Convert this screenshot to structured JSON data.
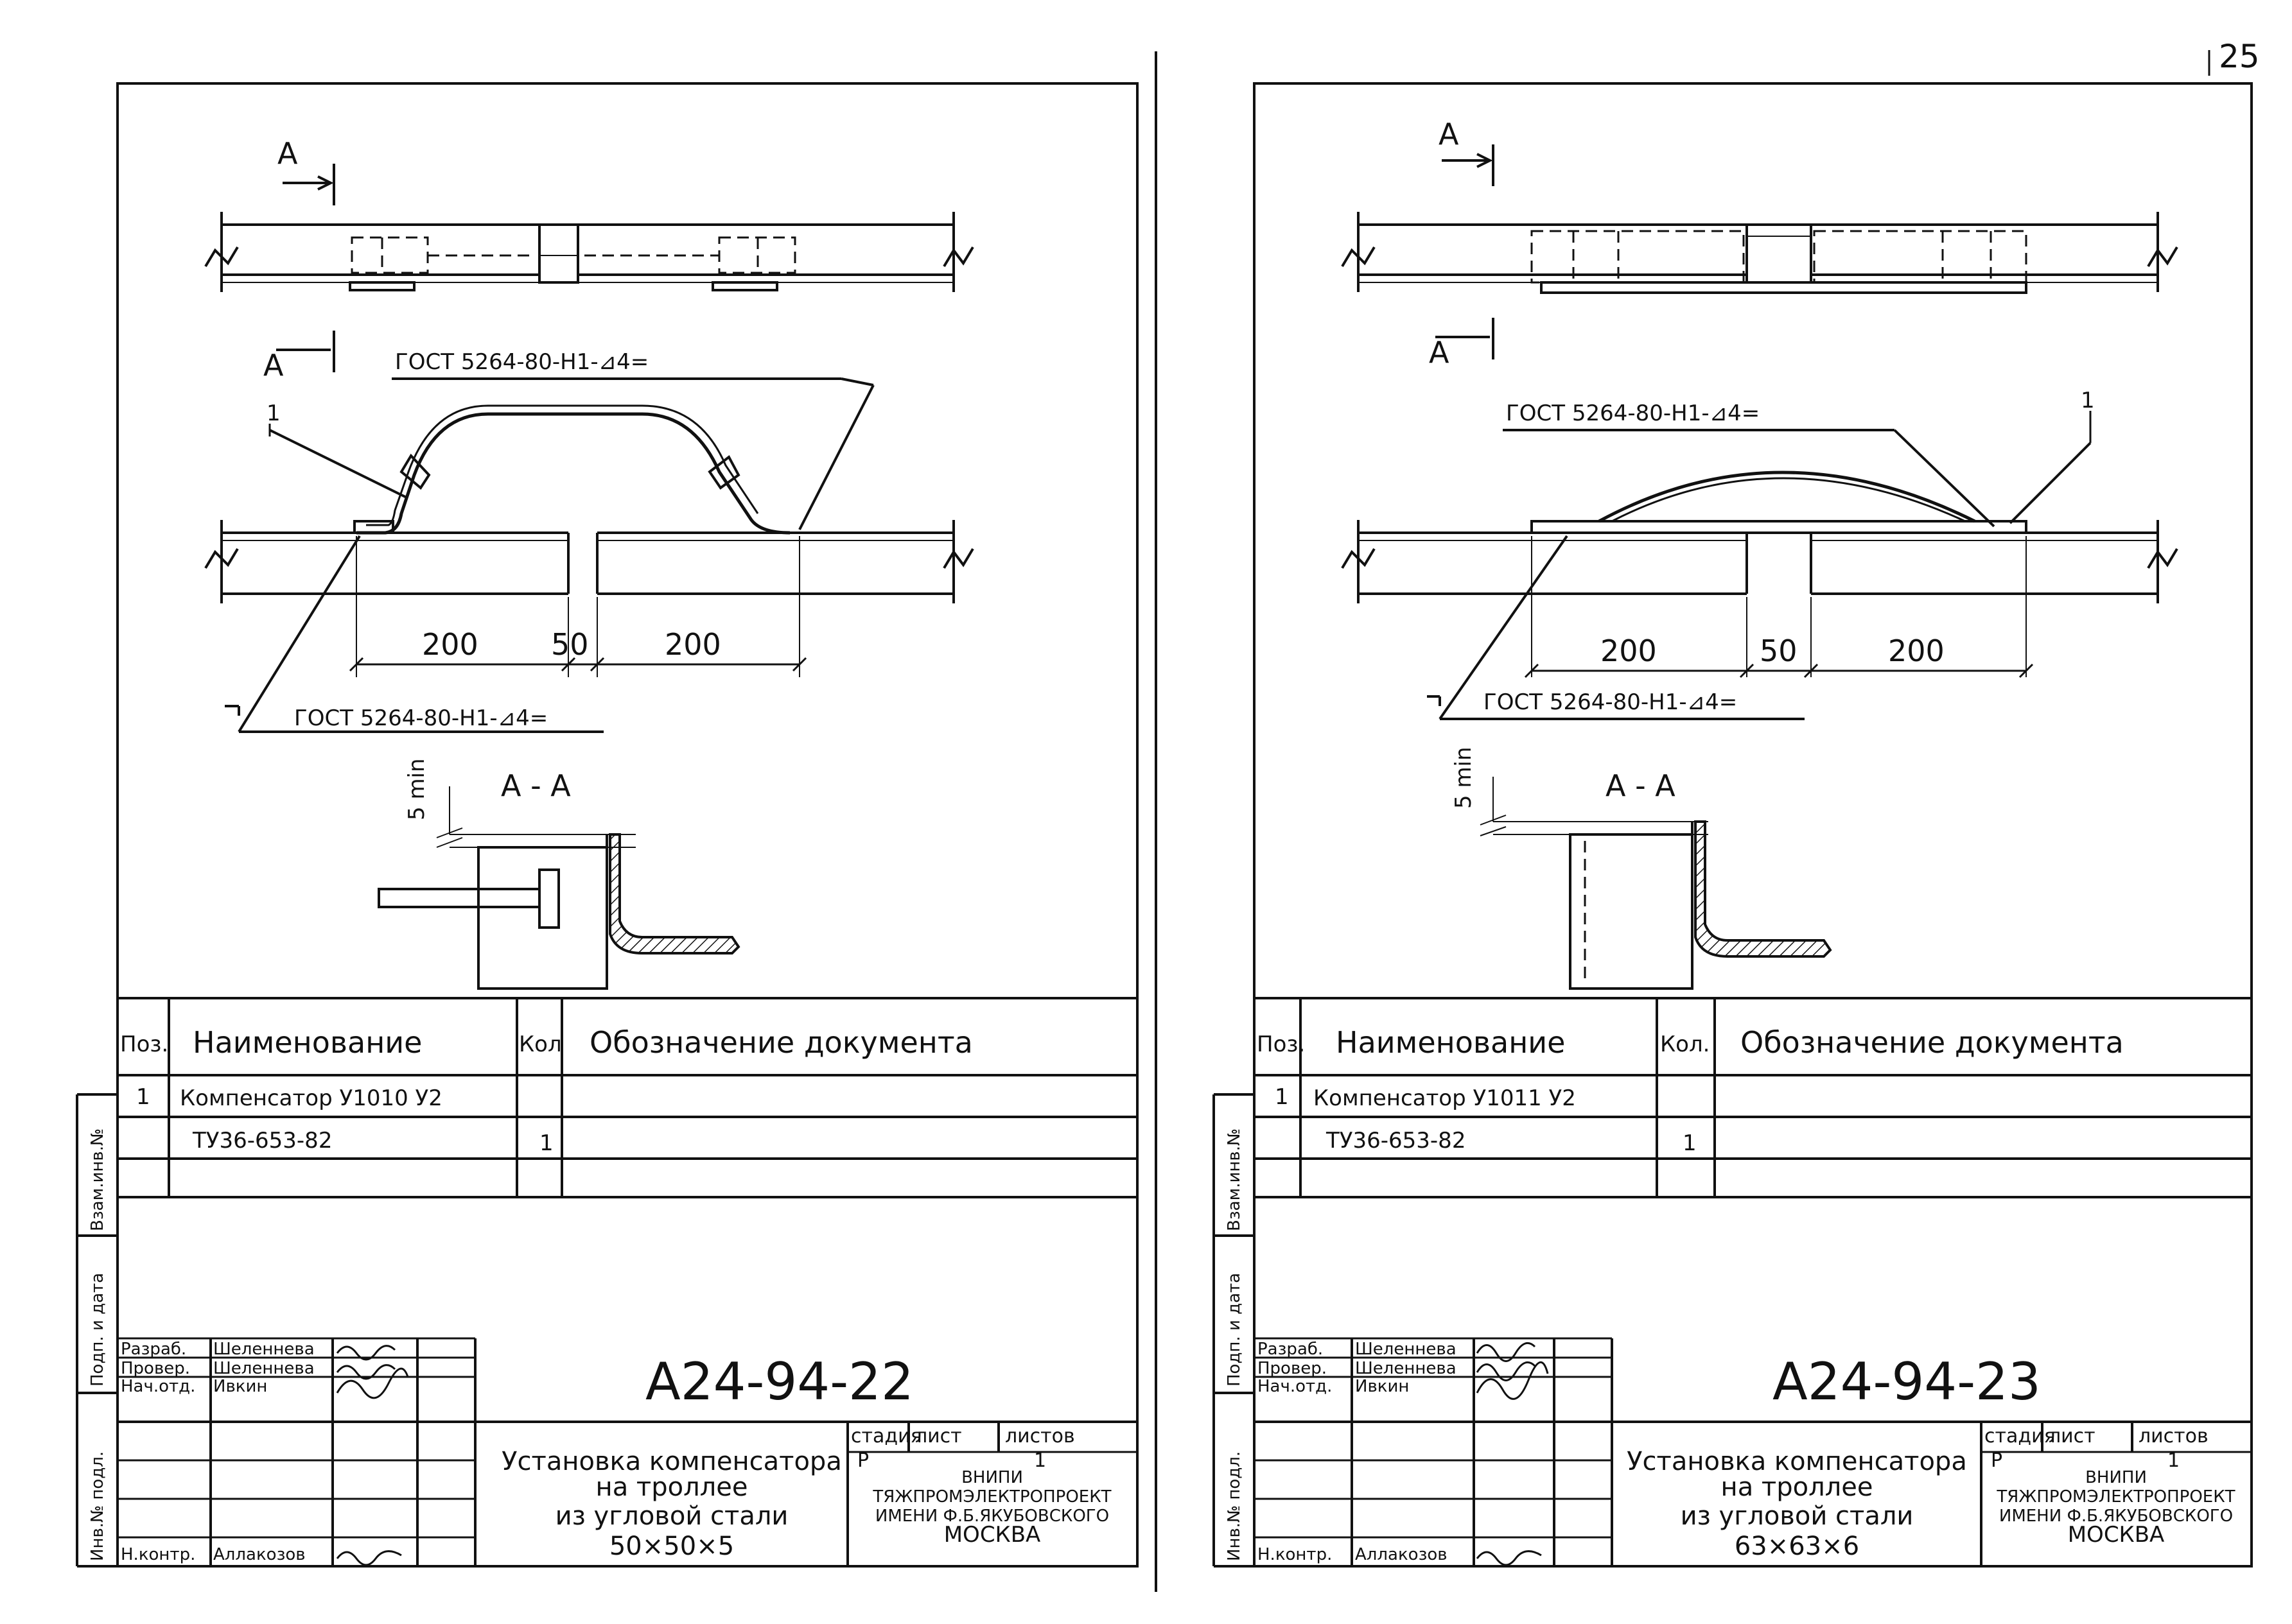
{
  "page_number": "25",
  "sheets": [
    {
      "section_label": "А",
      "section_title": "А - А",
      "weld_note_top": "ГОСТ 5264-80-Н1-⊿4=",
      "weld_note_bottom": "ГОСТ 5264-80-Н1-⊿4=",
      "min_gap": "5 min",
      "leader_pos": "1",
      "dim_left": "200",
      "dim_gap": "50",
      "dim_right": "200",
      "table_headers": {
        "pos": "Поз.",
        "name": "Наименование",
        "qty": "Кол",
        "doc": "Обозначение документа"
      },
      "table_row": {
        "pos": "1",
        "name_line1": "Компенсатор У1010 У2",
        "name_line2": "ТУ36-653-82",
        "qty": "1",
        "doc": ""
      },
      "side_labels": [
        "Взам.инв.№",
        "Подп. и дата",
        "Инв.№ подл."
      ],
      "staff": [
        {
          "role": "Разраб.",
          "name": "Шеленнева"
        },
        {
          "role": "Провер.",
          "name": "Шеленнева"
        },
        {
          "role": "Нач.отд.",
          "name": "Ивкин"
        },
        {
          "role": "Н.контр.",
          "name": "Аллакозов"
        }
      ],
      "doc_code": "А24-94-22",
      "title_lines": [
        "Установка компенсатора",
        "на троллее",
        "из угловой стали",
        "50×50×5"
      ],
      "stage_headers": {
        "stage": "стадия",
        "sheet": "лист",
        "sheets": "листов"
      },
      "stage_values": {
        "stage": "Р",
        "sheet": "",
        "sheets": "1"
      },
      "org_lines": [
        "ВНИПИ",
        "ТЯЖПРОМЭЛЕКТРОПРОЕКТ",
        "ИМЕНИ Ф.Б.ЯКУБОВСКОГО",
        "МОСКВА"
      ]
    },
    {
      "section_label": "А",
      "section_title": "А - А",
      "weld_note_top": "ГОСТ 5264-80-Н1-⊿4=",
      "weld_note_bottom": "ГОСТ 5264-80-Н1-⊿4=",
      "min_gap": "5 min",
      "leader_pos": "1",
      "dim_left": "200",
      "dim_gap": "50",
      "dim_right": "200",
      "table_headers": {
        "pos": "Поз.",
        "name": "Наименование",
        "qty": "Кол.",
        "doc": "Обозначение документа"
      },
      "table_row": {
        "pos": "1",
        "name_line1": "Компенсатор У1011 У2",
        "name_line2": "ТУ36-653-82",
        "qty": "1",
        "doc": ""
      },
      "side_labels": [
        "Взам.инв.№",
        "Подп. и дата",
        "Инв.№ подл."
      ],
      "staff": [
        {
          "role": "Разраб.",
          "name": "Шеленнева"
        },
        {
          "role": "Провер.",
          "name": "Шеленнева"
        },
        {
          "role": "Нач.отд.",
          "name": "Ивкин"
        },
        {
          "role": "Н.контр.",
          "name": "Аллакозов"
        }
      ],
      "doc_code": "А24-94-23",
      "title_lines": [
        "Установка компенсатора",
        "на троллее",
        "из угловой стали",
        "63×63×6"
      ],
      "stage_headers": {
        "stage": "стадия",
        "sheet": "лист",
        "sheets": "листов"
      },
      "stage_values": {
        "stage": "Р",
        "sheet": "",
        "sheets": "1"
      },
      "org_lines": [
        "ВНИПИ",
        "ТЯЖПРОМЭЛЕКТРОПРОЕКТ",
        "ИМЕНИ Ф.Б.ЯКУБОВСКОГО",
        "МОСКВА"
      ]
    }
  ]
}
